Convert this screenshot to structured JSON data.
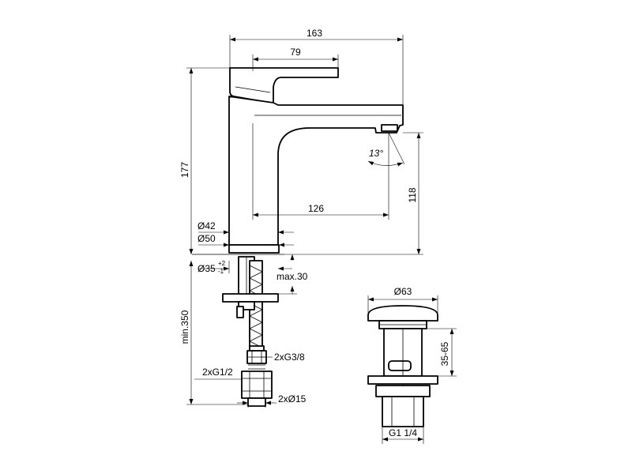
{
  "faucet": {
    "dimensions": {
      "total_length": "163",
      "lever_length": "79",
      "total_height": "177",
      "spout_height": "118",
      "spout_reach": "126",
      "body_diameter": "Ø42",
      "base_diameter": "Ø50",
      "hole_diameter": "Ø35",
      "hole_tol_plus": "+2",
      "hole_tol_minus": "-1",
      "max_thickness": "max.30",
      "hose_length": "min.350",
      "thread_hose": "2xG3/8",
      "thread_connection": "2xG1/2",
      "pipe_diameter": "2xØ15",
      "aerator_angle": "13°"
    }
  },
  "waste": {
    "dimensions": {
      "head_diameter": "Ø63",
      "height_range": "35-65",
      "thread": "G1 1/4"
    }
  }
}
